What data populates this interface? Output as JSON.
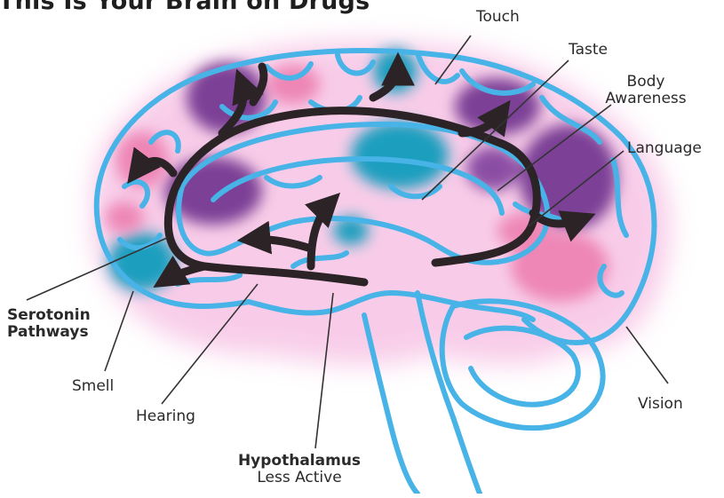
{
  "title": "This Is Your Brain on Drugs",
  "labels": {
    "touch": "Touch",
    "taste": "Taste",
    "body_awareness_1": "Body",
    "body_awareness_2": "Awareness",
    "language": "Language",
    "serotonin_1": "Serotonin",
    "serotonin_2": "Pathways",
    "smell": "Smell",
    "hearing": "Hearing",
    "hypothalamus_1": "Hypothalamus",
    "hypothalamus_2": "Less Active",
    "vision": "Vision"
  },
  "colors": {
    "outline": "#47b3e6",
    "glow": "#f6b6e0",
    "purple_region": "#7b3f96",
    "teal_region": "#1b9fbf",
    "pink_region": "#ee86b6",
    "arrow": "#2b2326",
    "leader": "#333333"
  },
  "regions": [
    "touch",
    "taste",
    "body-awareness",
    "language",
    "smell",
    "hearing",
    "vision",
    "serotonin-pathways",
    "hypothalamus"
  ]
}
